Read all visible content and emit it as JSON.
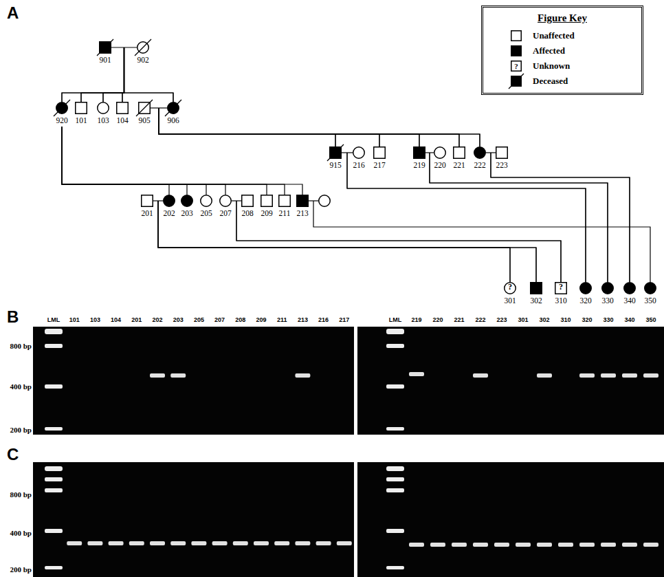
{
  "diagram": {
    "nodes": [
      {
        "text": [
          "901"
        ]
      },
      {
        "text": [
          "902"
        ]
      },
      {
        "text": [
          "920"
        ]
      },
      {
        "text": [
          "101"
        ]
      },
      {
        "text": [
          "103"
        ]
      },
      {
        "text": [
          "104"
        ]
      },
      {
        "text": [
          "905"
        ]
      },
      {
        "text": [
          "906"
        ]
      },
      {
        "text": [
          "915"
        ]
      },
      {
        "text": [
          "216"
        ]
      },
      {
        "text": [
          "217"
        ]
      },
      {
        "text": [
          "219"
        ]
      },
      {
        "text": [
          "220"
        ]
      },
      {
        "text": [
          "221"
        ]
      },
      {
        "text": [
          "222"
        ]
      },
      {
        "text": [
          "223"
        ]
      },
      {
        "text": [
          "201"
        ]
      },
      {
        "text": [
          "202"
        ]
      },
      {
        "text": [
          "203"
        ]
      },
      {
        "text": [
          "205"
        ]
      },
      {
        "text": [
          "207"
        ]
      },
      {
        "text": [
          "208"
        ]
      },
      {
        "text": [
          "209"
        ]
      },
      {
        "text": [
          "211"
        ]
      },
      {
        "text": [
          "213"
        ]
      },
      {
        "text": [
          "?",
          "301"
        ]
      },
      {
        "text": [
          "302"
        ]
      },
      {
        "text": [
          "?",
          "310"
        ]
      },
      {
        "text": [
          "320"
        ]
      },
      {
        "text": [
          "330"
        ]
      },
      {
        "text": [
          "340"
        ]
      },
      {
        "text": [
          "350"
        ]
      },
      {
        "text": [
          "Figure Key"
        ]
      }
    ],
    "edges": [
      {
        "from": 0,
        "to": 1,
        "arrow": "none"
      },
      {
        "from": 0,
        "to": 2,
        "arrow": "none"
      },
      {
        "from": 0,
        "to": 3,
        "arrow": "none"
      },
      {
        "from": 0,
        "to": 4,
        "arrow": "none"
      },
      {
        "from": 0,
        "to": 5,
        "arrow": "none"
      },
      {
        "from": 0,
        "to": 7,
        "arrow": "none"
      },
      {
        "from": 1,
        "to": 2,
        "arrow": "none"
      },
      {
        "from": 1,
        "to": 3,
        "arrow": "none"
      },
      {
        "from": 1,
        "to": 4,
        "arrow": "none"
      },
      {
        "from": 1,
        "to": 5,
        "arrow": "none"
      },
      {
        "from": 1,
        "to": 7,
        "arrow": "none"
      },
      {
        "from": 6,
        "to": 7,
        "arrow": "none"
      },
      {
        "from": 6,
        "to": 8,
        "arrow": "none"
      },
      {
        "from": 6,
        "to": 10,
        "arrow": "none"
      },
      {
        "from": 6,
        "to": 11,
        "arrow": "none"
      },
      {
        "from": 6,
        "to": 13,
        "arrow": "none"
      },
      {
        "from": 6,
        "to": 14,
        "arrow": "none"
      },
      {
        "from": 7,
        "to": 8,
        "arrow": "none"
      },
      {
        "from": 7,
        "to": 10,
        "arrow": "none"
      },
      {
        "from": 7,
        "to": 11,
        "arrow": "none"
      },
      {
        "from": 7,
        "to": 13,
        "arrow": "none"
      },
      {
        "from": 7,
        "to": 14,
        "arrow": "none"
      },
      {
        "from": 8,
        "to": 9,
        "arrow": "none"
      },
      {
        "from": 11,
        "to": 12,
        "arrow": "none"
      },
      {
        "from": 14,
        "to": 15,
        "arrow": "none"
      },
      {
        "from": 2,
        "to": 17,
        "arrow": "none"
      },
      {
        "from": 2,
        "to": 18,
        "arrow": "none"
      },
      {
        "from": 2,
        "to": 19,
        "arrow": "none"
      },
      {
        "from": 2,
        "to": 20,
        "arrow": "none"
      },
      {
        "from": 2,
        "to": 22,
        "arrow": "none"
      },
      {
        "from": 2,
        "to": 23,
        "arrow": "none"
      },
      {
        "from": 2,
        "to": 24,
        "arrow": "none"
      },
      {
        "from": 16,
        "to": 17,
        "arrow": "none"
      },
      {
        "from": 20,
        "to": 21,
        "arrow": "none"
      },
      {
        "from": 16,
        "to": 25,
        "arrow": "none"
      },
      {
        "from": 16,
        "to": 26,
        "arrow": "none"
      },
      {
        "from": 17,
        "to": 25,
        "arrow": "none"
      },
      {
        "from": 17,
        "to": 26,
        "arrow": "none"
      },
      {
        "from": 20,
        "to": 27,
        "arrow": "none"
      },
      {
        "from": 21,
        "to": 27,
        "arrow": "none"
      },
      {
        "from": 8,
        "to": 28,
        "arrow": "none"
      },
      {
        "from": 9,
        "to": 28,
        "arrow": "none"
      },
      {
        "from": 11,
        "to": 29,
        "arrow": "none"
      },
      {
        "from": 12,
        "to": 29,
        "arrow": "none"
      },
      {
        "from": 14,
        "to": 30,
        "arrow": "none"
      },
      {
        "from": 15,
        "to": 30,
        "arrow": "none"
      },
      {
        "from": 24,
        "to": 31,
        "arrow": "none"
      }
    ],
    "labels": [
      "A",
      "B",
      "C",
      "?",
      "LML",
      "101",
      "103",
      "104",
      "201",
      "202",
      "203",
      "205",
      "207",
      "208",
      "209",
      "211",
      "213",
      "216",
      "217",
      "LML",
      "219",
      "220",
      "221",
      "222",
      "223",
      "301",
      "302",
      "310",
      "320",
      "330",
      "340",
      "350",
      "800 bp",
      "400 bp",
      "200 bp",
      "800 bp",
      "400 bp",
      "200 bp"
    ],
    "legend": [
      {
        "text": "Unaffected"
      },
      {
        "text": "Affected"
      },
      {
        "text": "Unknown"
      },
      {
        "text": "Deceased"
      }
    ]
  }
}
